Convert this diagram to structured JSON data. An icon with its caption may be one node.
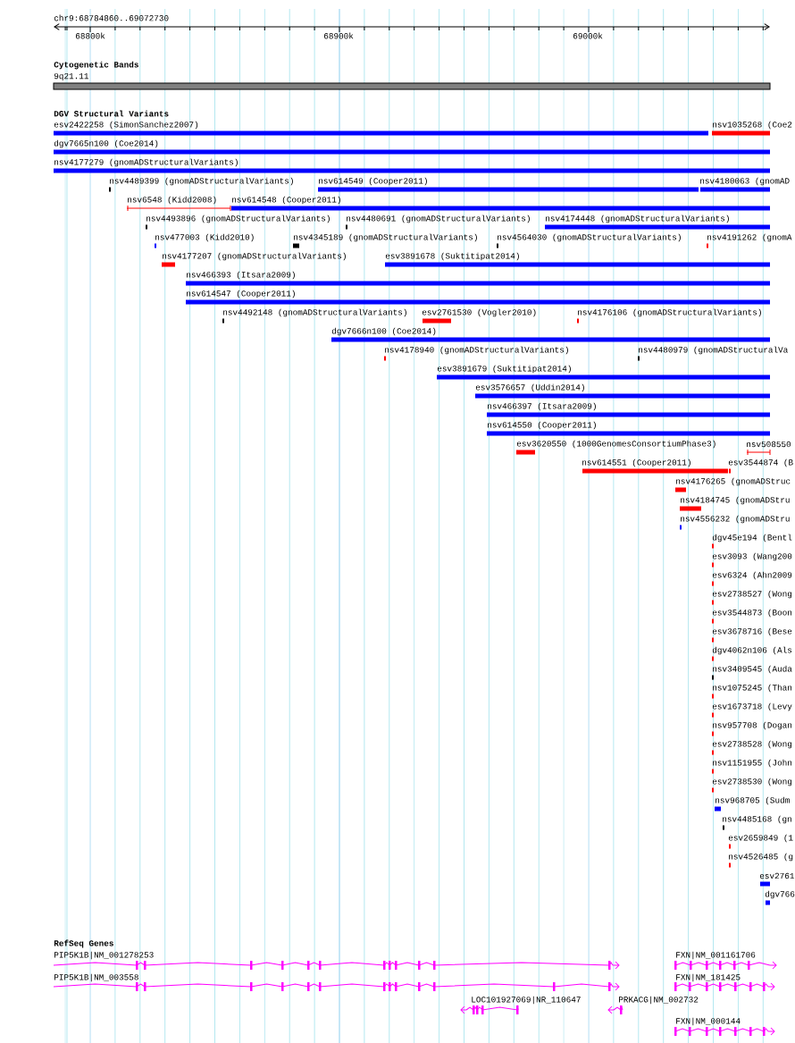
{
  "diagram": {
    "labels": [
      "chr9:68784860..69072730",
      "68800k",
      "68900k",
      "69000k",
      "Cytogenetic Bands",
      "9q21.11",
      "DGV Structural Variants",
      "esv2422258 (SimonSanchez2007)",
      "nsv1035268 (Coe2",
      "dgv7665n100 (Coe2014)",
      "nsv4177279 (gnomADStructuralVariants)",
      "nsv4489399 (gnomADStructuralVariants)",
      "nsv614549 (Cooper2011)",
      "nsv4180063 (gnomAD",
      "nsv6548 (Kidd2008)",
      "nsv614548 (Cooper2011)",
      "nsv4493896 (gnomADStructuralVariants)",
      "nsv4480691 (gnomADStructuralVariants)",
      "nsv4174448 (gnomADStructuralVariants)",
      "nsv477003 (Kidd2010)",
      "nsv4345189 (gnomADStructuralVariants)",
      "nsv4564030 (gnomADStructuralVariants)",
      "nsv4191262 (gnomA",
      "nsv4177207 (gnomADStructuralVariants)",
      "esv3891678 (Suktitipat2014)",
      "nsv466393 (Itsara2009)",
      "nsv614547 (Cooper2011)",
      "nsv4492148 (gnomADStructuralVariants)",
      "esv2761530 (Vogler2010)",
      "nsv4176106 (gnomADStructuralVariants)",
      "dgv7666n100 (Coe2014)",
      "nsv4178940 (gnomADStructuralVariants)",
      "nsv4480979 (gnomADStructuralVa",
      "esv3891679 (Suktitipat2014)",
      "esv3576657 (Uddin2014)",
      "nsv466397 (Itsara2009)",
      "nsv614550 (Cooper2011)",
      "esv3620550 (1000GenomesConsortiumPhase3)",
      "nsv508550",
      "nsv614551 (Cooper2011)",
      "esv3544874 (B",
      "nsv4176265 (gnomADStruc",
      "nsv4184745 (gnomADStru",
      "nsv4556232 (gnomADStru",
      "dgv45e194 (Bentl",
      "esv3093 (Wang200",
      "esv6324 (Ahn2009",
      "esv2738527 (Wong",
      "esv3544873 (Boon",
      "esv3678716 (Bese",
      "dgv4062n106 (Als",
      "nsv3409545 (Auda",
      "nsv1075245 (Than",
      "esv1673718 (Levy",
      "nsv957708 (Dogan",
      "esv2738528 (Wong",
      "nsv1151955 (John",
      "esv2738530 (Wong",
      "nsv968705 (Sudm",
      "nsv4485168 (gn",
      "esv2659849 (1",
      "nsv4526485 (g",
      "esv2761",
      "dgv766",
      "RefSeq Genes",
      "PIP5K1B|NM_001278253",
      "FXN|NM_001161706",
      "PIP5K1B|NM_003558",
      "FXN|NM_181425",
      "LOC101927069|NR_110647",
      "PRKACG|NM_002732",
      "FXN|NM_000144"
    ]
  }
}
